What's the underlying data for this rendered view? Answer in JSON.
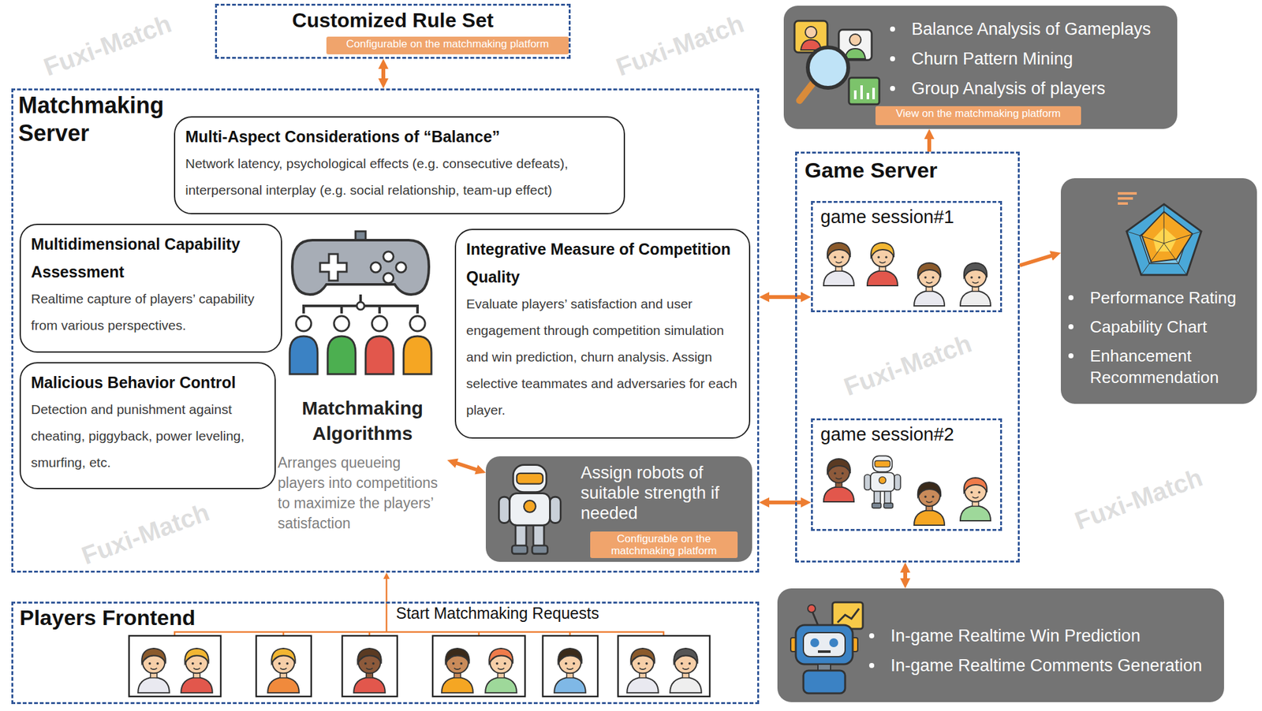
{
  "diagram": {
    "nodes": [
      {
        "text": [
          "Customized Rule Set"
        ]
      },
      {
        "text": [
          "Configurable on the matchmaking platform"
        ],
        "in": 0
      },
      {
        "text": [
          "Matchmaking Server"
        ]
      },
      {
        "text": [
          "Multi-Aspect Considerations of “Balance”",
          "Network latency, psychological effects (e.g. consecutive defeats), interpersonal interplay (e.g. social relationship, team-up effect)"
        ],
        "in": 2
      },
      {
        "text": [
          "Multidimensional Capability Assessment",
          "Realtime capture of players’ capability from various perspectives."
        ],
        "in": 2
      },
      {
        "text": [
          "Integrative Measure of Competition Quality",
          "Evaluate players’ satisfaction and user engagement through competition simulation and win prediction, churn analysis. Assign selective teammates and adversaries for each player."
        ],
        "in": 2
      },
      {
        "text": [
          "Malicious Behavior Control",
          "Detection and punishment against cheating, piggyback, power leveling, smurfing, etc."
        ],
        "in": 2
      },
      {
        "text": [
          "Matchmaking Algorithms",
          "Arranges queueing players into competitions to maximize the players’ satisfaction"
        ],
        "in": 2
      },
      {
        "text": [
          "Assign robots of suitable strength if needed"
        ],
        "in": 2
      },
      {
        "text": [
          "Configurable on the matchmaking platform"
        ],
        "in": 8
      },
      {
        "text": [
          "Balance Analysis of Gameplays",
          "Churn Pattern Mining",
          "Group Analysis of players"
        ]
      },
      {
        "text": [
          "View on the matchmaking platform"
        ],
        "in": 10
      },
      {
        "text": [
          "Game Server"
        ]
      },
      {
        "text": [
          "game session#1"
        ],
        "in": 12
      },
      {
        "text": [
          "game session#2"
        ],
        "in": 12
      },
      {
        "text": [
          "Performance Rating",
          "Capability Chart",
          "Enhancement Recommendation"
        ]
      },
      {
        "text": [
          "Players Frontend"
        ]
      },
      {
        "text": [
          "In-game Realtime Win Prediction",
          "In-game Realtime Comments Generation"
        ]
      }
    ],
    "edges": [
      {
        "from": 0,
        "to": 2,
        "arrow": "both"
      },
      {
        "from": 7,
        "to": 8,
        "arrow": "both"
      },
      {
        "from": 2,
        "to": 13,
        "arrow": "both"
      },
      {
        "from": 2,
        "to": 14,
        "arrow": "both"
      },
      {
        "from": 12,
        "to": 10,
        "arrow": "to"
      },
      {
        "from": 12,
        "to": 15,
        "arrow": "to"
      },
      {
        "from": 12,
        "to": 17,
        "arrow": "both"
      },
      {
        "from": 16,
        "to": 2,
        "label": "Start Matchmaking Requests",
        "arrow": "to"
      }
    ],
    "labels": [
      "Fuxi-Match",
      "Fuxi-Match",
      "Fuxi-Match",
      "Fuxi-Match",
      "Fuxi-Match"
    ]
  }
}
